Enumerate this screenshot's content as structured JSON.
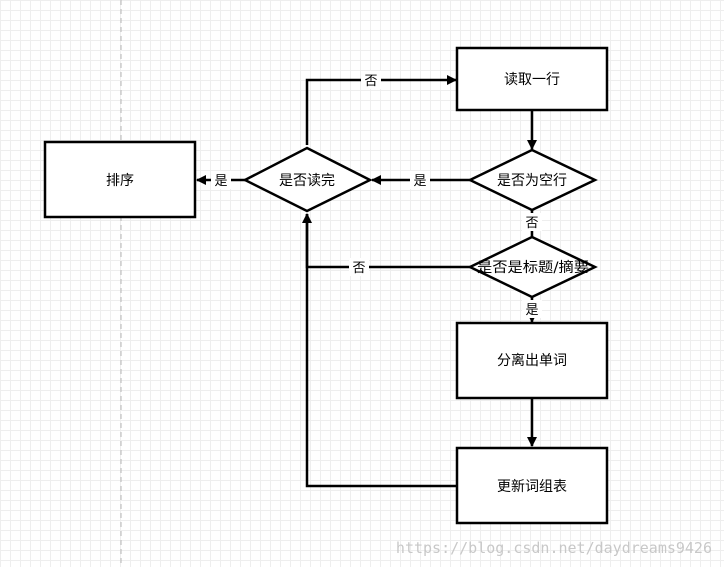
{
  "nodes": {
    "read_line": "读取一行",
    "is_empty_line": "是否为空行",
    "is_read_done": "是否读完",
    "sort": "排序",
    "is_title_abstract": "是否是标题/摘要",
    "split_words": "分离出单词",
    "update_table": "更新词组表"
  },
  "edges": {
    "done_no": "否",
    "done_yes": "是",
    "empty_yes": "是",
    "empty_no": "否",
    "title_no": "否",
    "title_yes": "是"
  },
  "watermark": "https://blog.csdn.net/daydreams9426"
}
